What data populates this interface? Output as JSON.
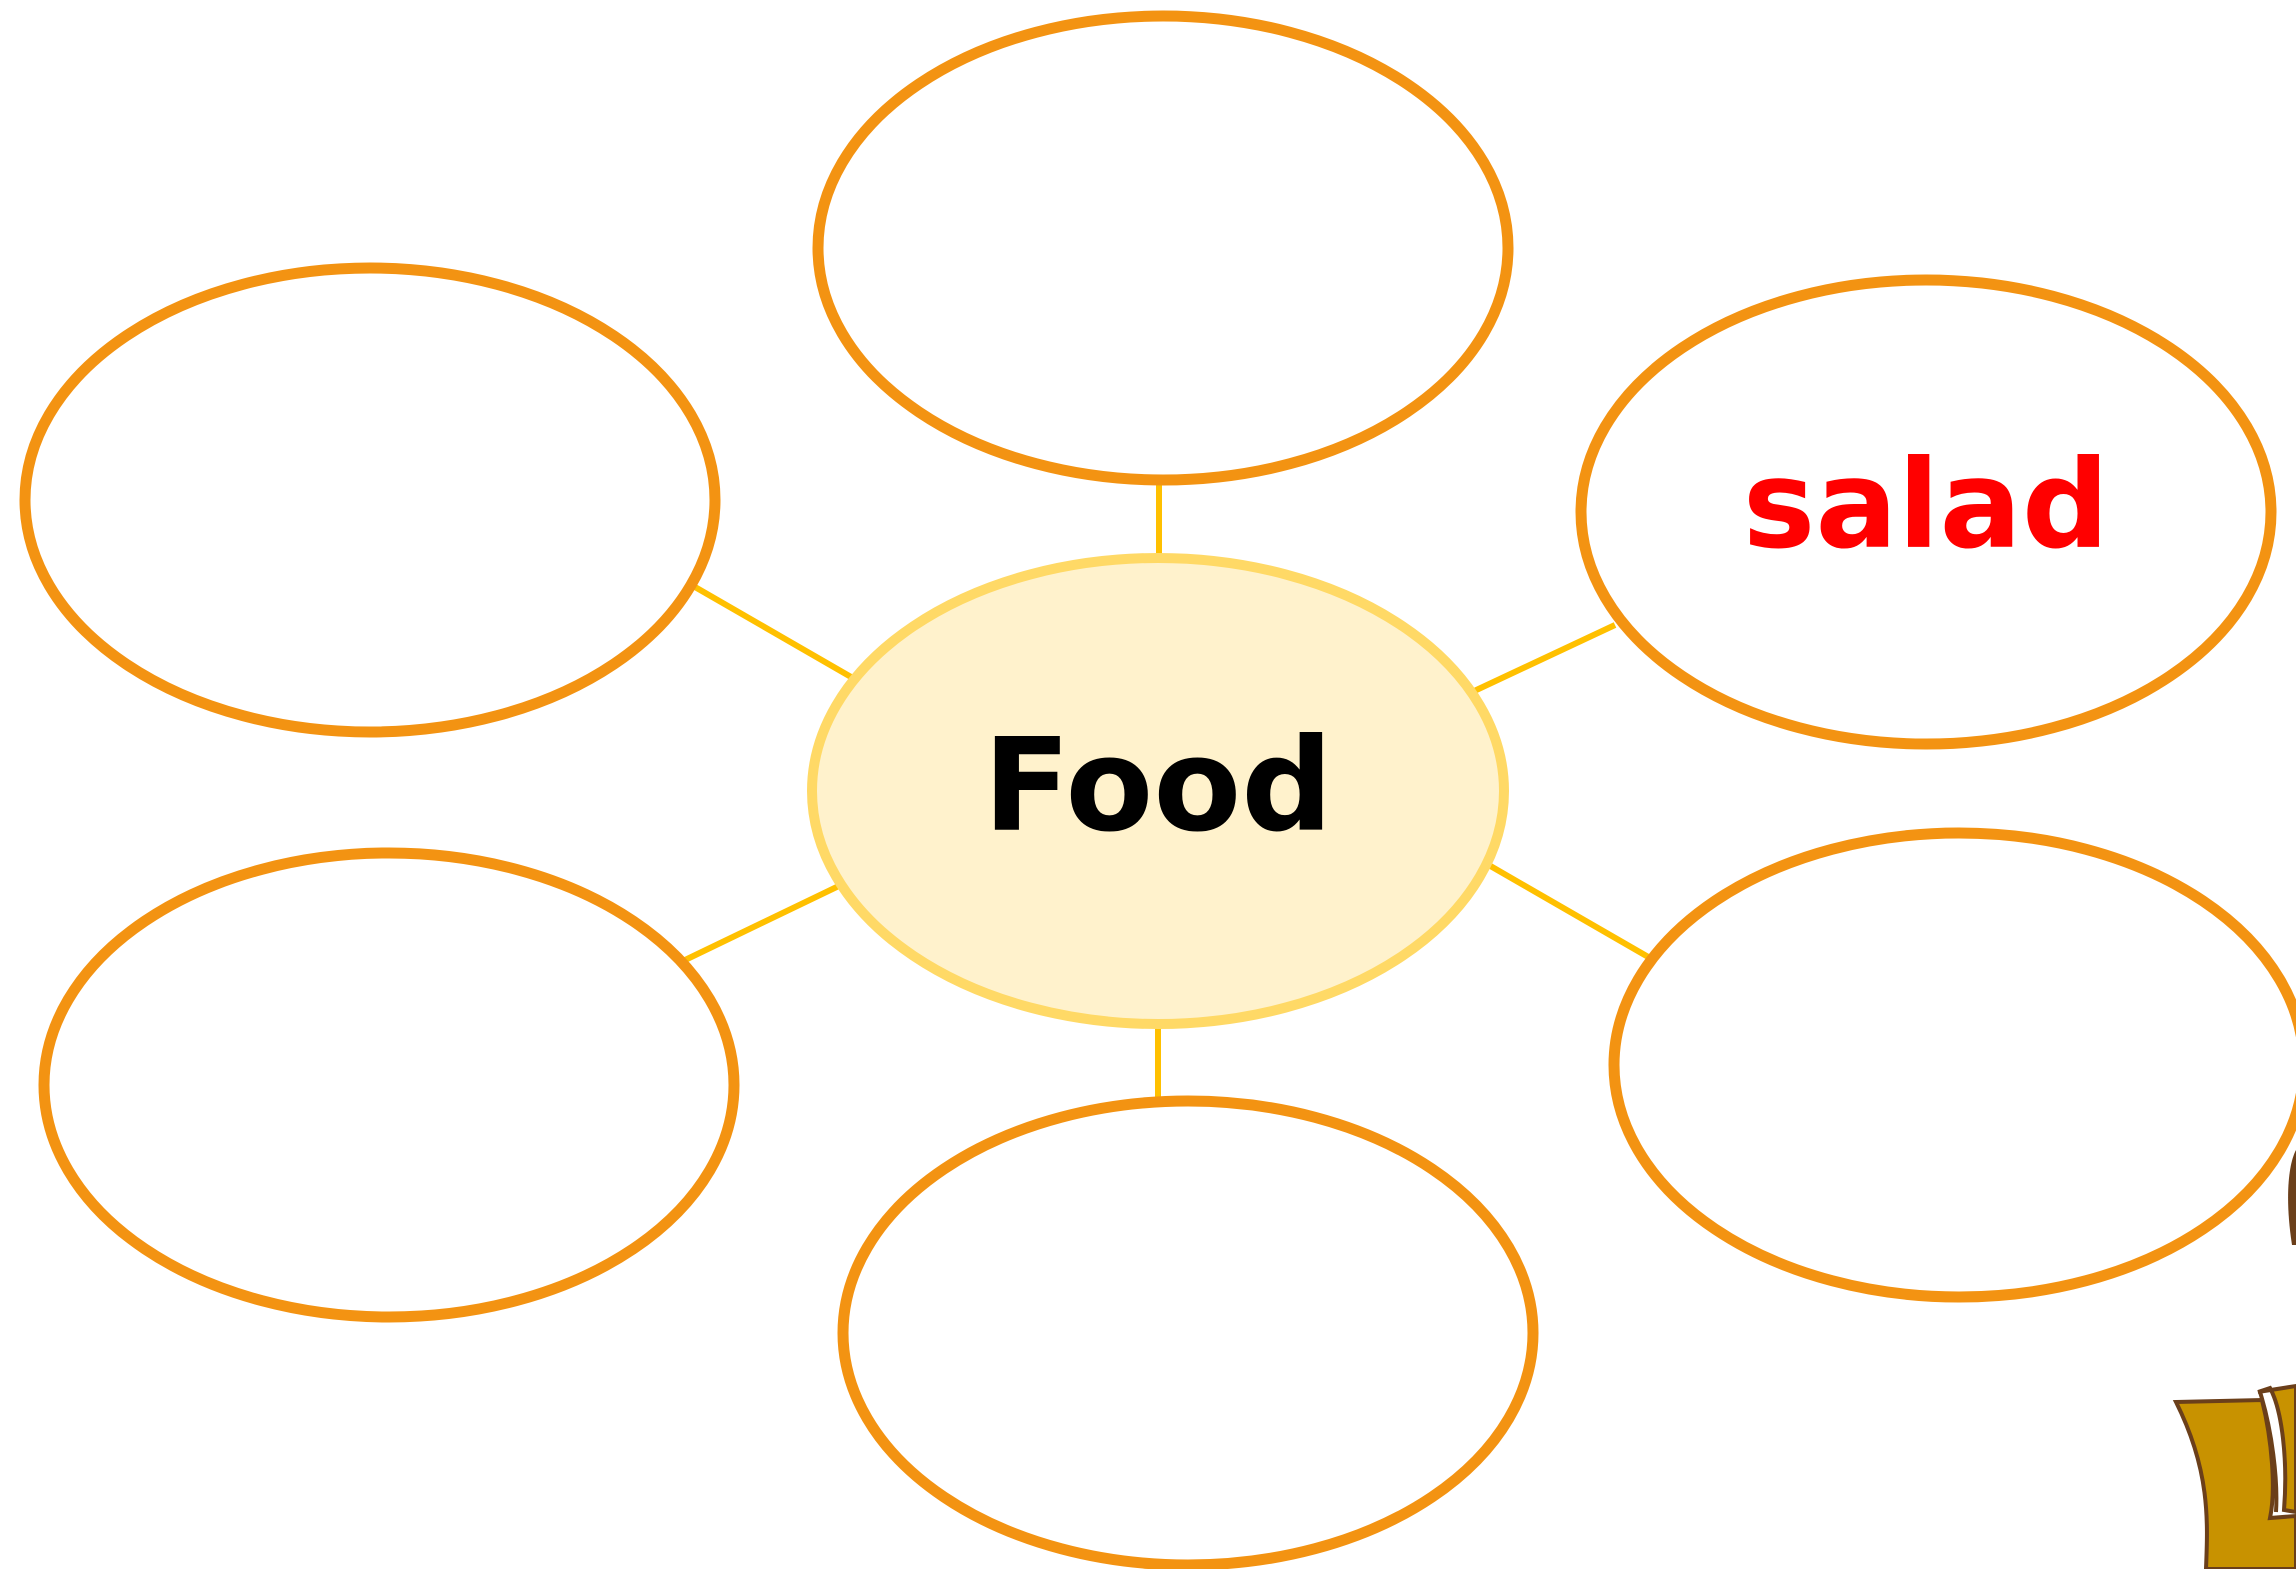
{
  "diagram": {
    "type": "bubble-map",
    "center": {
      "label": "Food",
      "fill": "#fff2cc",
      "stroke": "#ffd966",
      "text_color": "#000000"
    },
    "bubble_style": {
      "stroke": "#f39312",
      "fill": "#ffffff",
      "connector": "#ffc000",
      "text_color": "#ff0000"
    },
    "bubbles": [
      {
        "label": ""
      },
      {
        "label": "salad"
      },
      {
        "label": ""
      },
      {
        "label": ""
      },
      {
        "label": ""
      },
      {
        "label": ""
      }
    ],
    "decoration": {
      "illustration": "boy-with-box-illustration",
      "box_fill": "#c89200",
      "box_stroke": "#6b3f1a"
    }
  }
}
